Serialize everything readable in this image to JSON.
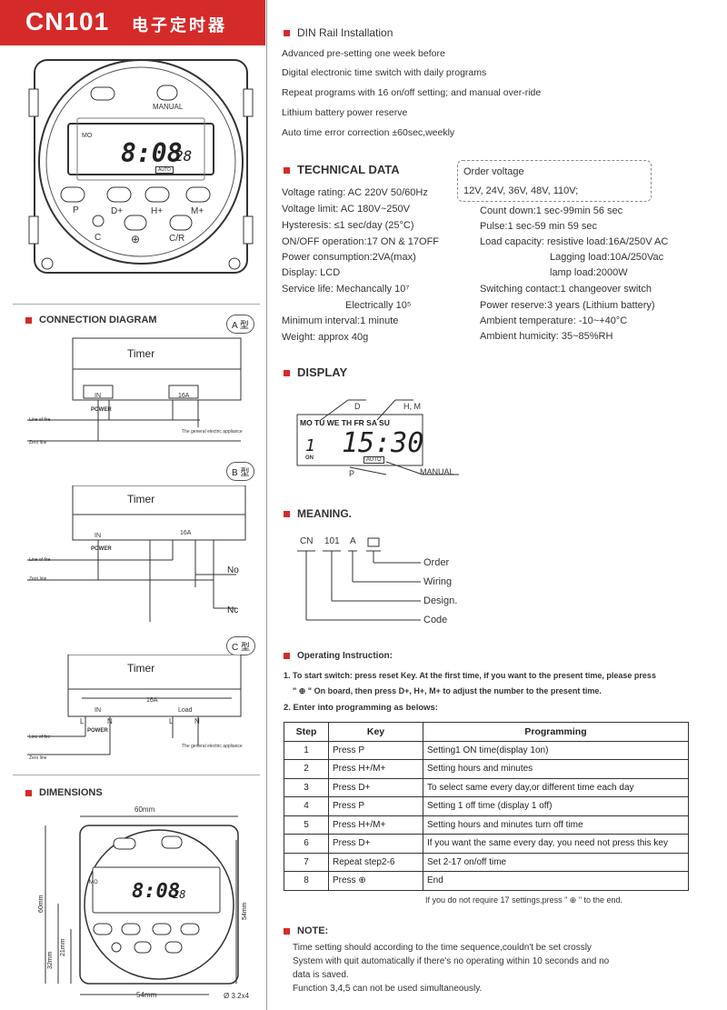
{
  "header": {
    "model": "CN101",
    "chinese_title": "电子定时器"
  },
  "device_top": {
    "manual": "MANUAL",
    "day": "MO",
    "time": "8:08",
    "seconds": "28",
    "auto": "AUTO",
    "buttons": {
      "p": "P",
      "d": "D+",
      "h": "H+",
      "m": "M+",
      "c": "C",
      "clock": "⊕",
      "cr": "C/R"
    }
  },
  "din": {
    "title": "DIN Rail Installation",
    "lines": [
      "Advanced pre-setting one week before",
      "Digital electronic time switch with daily programs",
      "Repeat programs    with   16 on/off  setting; and manual  over-ride",
      "Lithium battery power reserve",
      "Auto time error correction  ±60sec,weekly"
    ]
  },
  "tech": {
    "title": "TECHNICAL DATA",
    "order_label": "Order voltage",
    "order_values": "12V, 24V, 36V, 48V, 110V;",
    "left": [
      "Voltage rating: AC 220V 50/60Hz",
      "Voltage limit: AC 180V~250V",
      "Hysteresis: ≤1 sec/day (25°C)",
      "ON/OFF operation:17 ON & 17OFF",
      "Power consumption:2VA(max)",
      "Display: LCD",
      "Service life: Mechancally  10⁷",
      "Electrically   10⁵",
      "Minimum interval:1 minute",
      "Weight: approx 40g"
    ],
    "right": [
      "Count down:1 sec-99min 56 sec",
      "Pulse:1 sec-59 min 59 sec",
      "Load capacity: resistive load:16A/250V AC",
      "Lagging load:10A/250Vac",
      "lamp load:2000W",
      "Switching contact:1 changeover switch",
      "Power reserve:3 years (Lithium battery)",
      "Ambient temperature: -10~+40°C",
      "Ambient humicity: 35~85%RH"
    ]
  },
  "display": {
    "title": "DISPLAY",
    "label_d": "D",
    "label_hm": "H, M",
    "days": "MO TU WE TH FR SA SU",
    "digit": "1",
    "time": "15:30",
    "on": "ON",
    "auto": "AUTO",
    "label_p": "P",
    "label_manual": "MANUAL"
  },
  "meaning": {
    "title": "MEANING.",
    "code_parts": [
      "CN",
      "101",
      "A"
    ],
    "labels": [
      "Order",
      "Wiring",
      "Design.",
      "Code"
    ]
  },
  "operating": {
    "title": "Operating Instruction:",
    "step1_a": "1. To start switch: press reset Key. At the first time, if you want to the present time, please press",
    "step1_b": "\" ⊕ \" On board, then press D+, H+, M+ to adjust the number to the present time.",
    "step2": "2. Enter into programming as belows:"
  },
  "program_table": {
    "headers": [
      "Step",
      "Key",
      "Programming"
    ],
    "rows": [
      [
        "1",
        "Press P",
        "Setting1 ON time(display 1on)"
      ],
      [
        "2",
        "Press H+/M+",
        "Setting hours and minutes"
      ],
      [
        "3",
        "Press D+",
        "To select same every day,or different time each day"
      ],
      [
        "4",
        "Press P",
        "Setting 1 off time (display 1 off)"
      ],
      [
        "5",
        "Press H+/M+",
        "Setting hours and minutes turn off time"
      ],
      [
        "6",
        "Press D+",
        "If you want the same every day, you need not press this key"
      ],
      [
        "7",
        "Repeat step2-6",
        "Set 2-17 on/off time"
      ],
      [
        "8",
        "Press ⊕",
        "End"
      ]
    ],
    "footnote": "If you do not require 17 settings,press \" ⊕ \" to the end."
  },
  "note": {
    "title": "NOTE:",
    "lines": [
      "Time setting should according to the time sequence,couldn't be set crossly",
      "System with quit automatically if there's no operating within 10 seconds and no",
      "data is saved.",
      "Function 3,4,5 can not be used simultaneously."
    ]
  },
  "connection": {
    "title": "CONNECTION DIAGRAM",
    "a_label": "A 型",
    "b_label": "B 型",
    "c_label": "C 型",
    "timer": "Timer",
    "power": "POWER",
    "in": "IN",
    "amp": "16A",
    "line_of_fire": "Line of fire",
    "zero_line": "Zero line",
    "appliance": "The general electric appliance",
    "no": "No",
    "nc": "Nc",
    "load": "Load",
    "l": "L",
    "n": "N"
  },
  "dimensions": {
    "title": "DIMENSIONS",
    "width_top": "60mm",
    "width_bottom": "54mm",
    "height_left": "60mm",
    "height_32": "32mm",
    "height_21": "21mm",
    "height_right": "54mm",
    "hole": "Ø 3.2x4"
  }
}
